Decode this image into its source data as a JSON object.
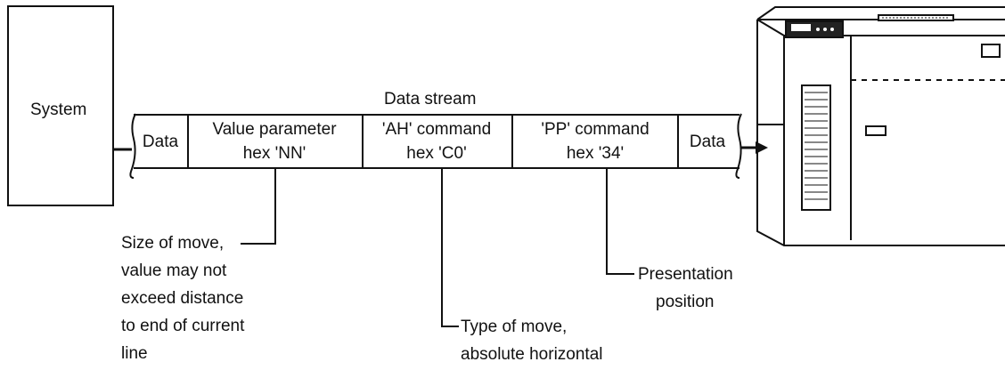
{
  "system_label": "System",
  "stream_title": "Data stream",
  "stream_cells": [
    {
      "line1": "Data",
      "line2": ""
    },
    {
      "line1": "Value parameter",
      "line2": "hex 'NN'"
    },
    {
      "line1": "'AH' command",
      "line2": "hex 'C0'"
    },
    {
      "line1": "'PP' command",
      "line2": "hex '34'"
    },
    {
      "line1": "Data",
      "line2": ""
    }
  ],
  "callouts": {
    "size_of_move": [
      "Size of move,",
      "value may not",
      "exceed distance",
      "to end of current",
      "line"
    ],
    "type_of_move": [
      "Type of move,",
      "absolute horizontal"
    ],
    "presentation": [
      "Presentation",
      "position"
    ]
  }
}
